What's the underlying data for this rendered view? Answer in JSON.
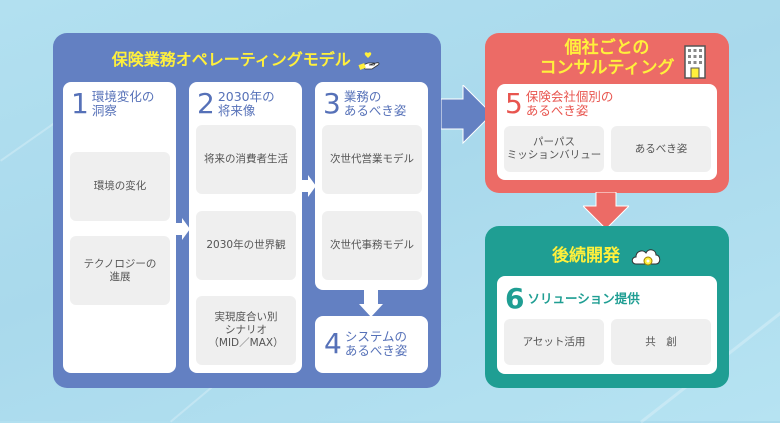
{
  "background_color": "#addcee",
  "operating_model": {
    "title": "保険業務オペレーティングモデル",
    "icon": "hand-heart-icon",
    "color": "#6380c2",
    "steps": [
      {
        "number": "1",
        "title_lines": [
          "環境変化の",
          "洞察"
        ],
        "items": [
          "環境の変化",
          "テクノロジーの\n進展"
        ]
      },
      {
        "number": "2",
        "title_lines": [
          "2030年の",
          "将来像"
        ],
        "items": [
          "将来の消費者生活",
          "2030年の世界観",
          "実現度合い別\nシナリオ\n（MID／MAX）"
        ]
      },
      {
        "number": "3",
        "title_lines": [
          "業務の",
          "あるべき姿"
        ],
        "items": [
          "次世代営業モデル",
          "次世代事務モデル"
        ]
      },
      {
        "number": "4",
        "title_lines": [
          "システムの",
          "あるべき姿"
        ],
        "items": []
      }
    ]
  },
  "consulting": {
    "title_lines": [
      "個社ごとの",
      "コンサルティング"
    ],
    "icon": "building-icon",
    "color": "#ec6b66",
    "step": {
      "number": "5",
      "title_lines": [
        "保険会社個別の",
        "あるべき姿"
      ],
      "items": [
        "パーパス\nミッションバリュー",
        "あるべき姿"
      ]
    }
  },
  "development": {
    "title": "後続開発",
    "icon": "cloud-gear-icon",
    "color": "#1f9e93",
    "step": {
      "number": "6",
      "title": "ソリューション提供",
      "items": [
        "アセット活用",
        "共　創"
      ]
    }
  }
}
